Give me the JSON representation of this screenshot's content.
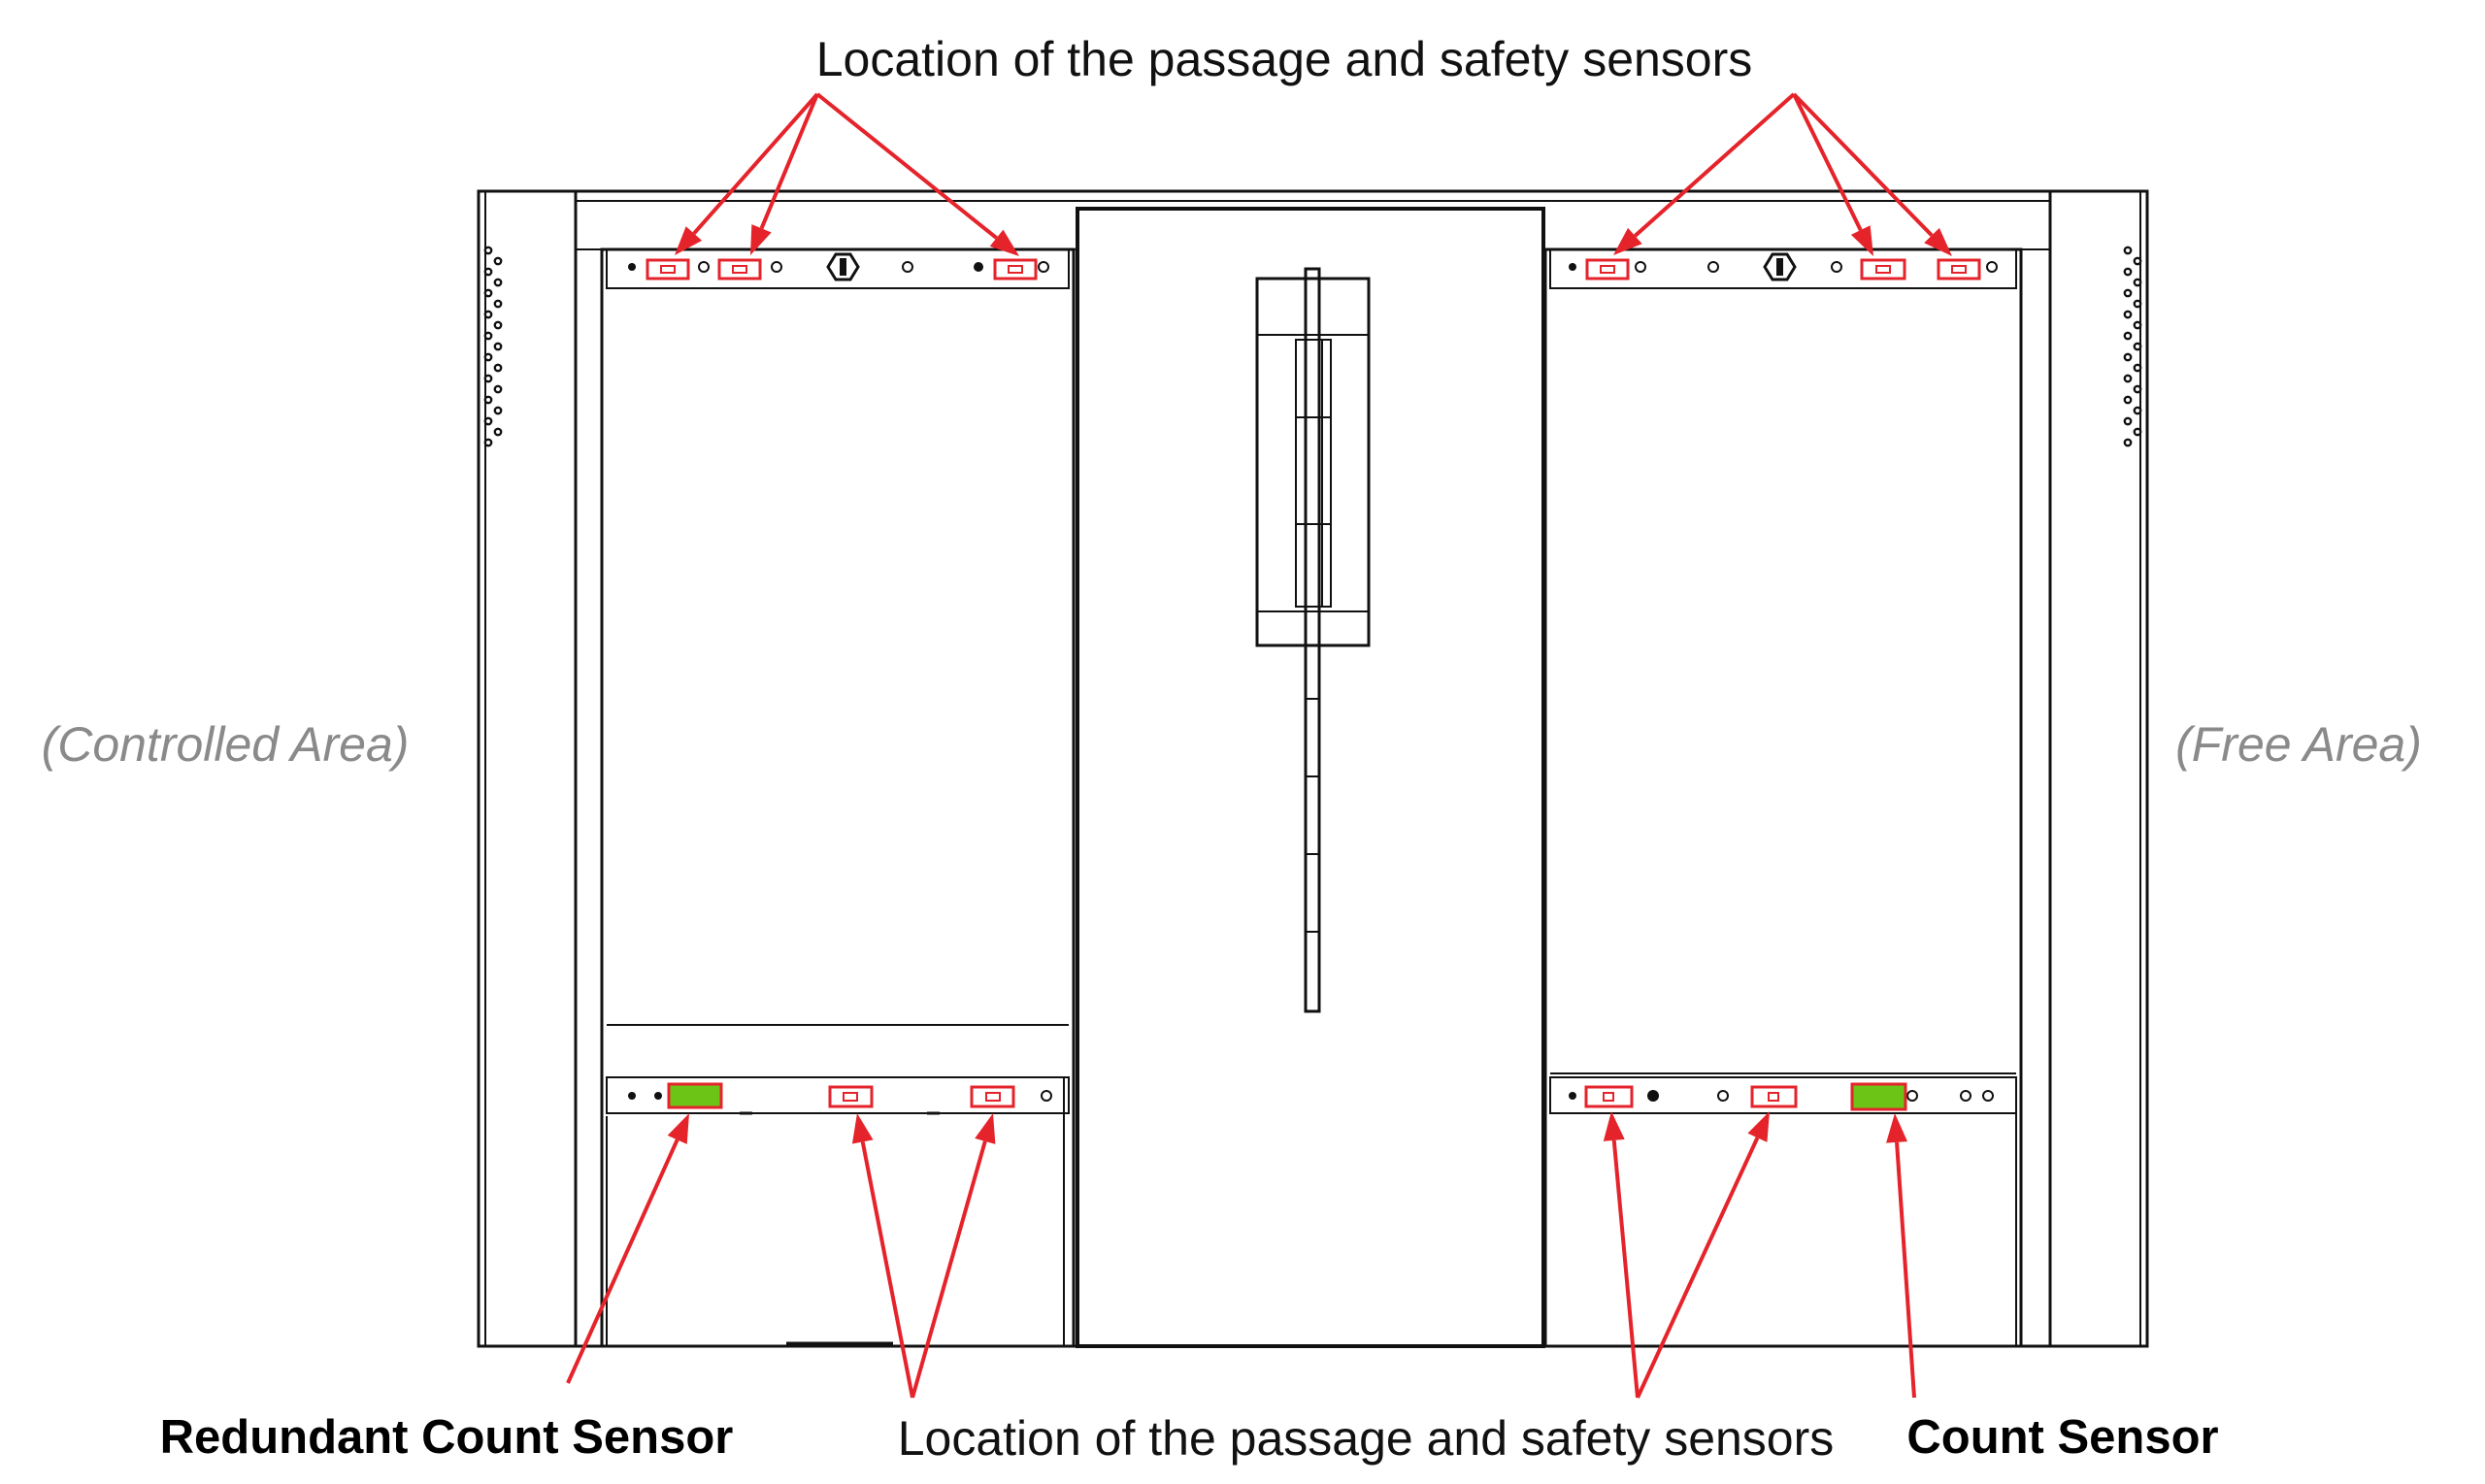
{
  "labels": {
    "top_left": "Location of the passage and safety sensors",
    "bottom_middle": "Location of the passage and safety sensors",
    "redundant_count_sensor": "Redundant Count Sensor",
    "count_sensor": "Count Sensor",
    "controlled_area": "(Controlled Area)",
    "free_area": "(Free Area)"
  },
  "colors": {
    "sensor": "#e5232b",
    "count_sensor_fill": "#6cc417",
    "outline": "#111111",
    "area_label": "#8a8a8a"
  }
}
